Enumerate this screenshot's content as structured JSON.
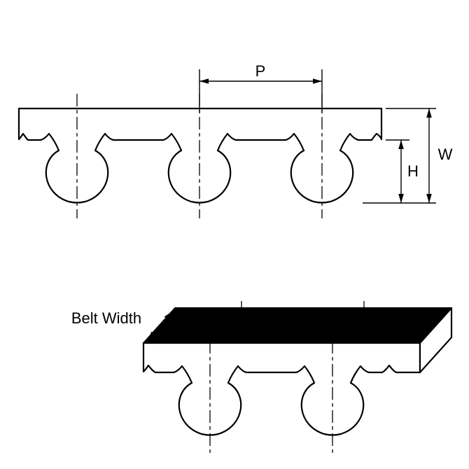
{
  "diagram": {
    "labels": {
      "pitch": "P",
      "belt_height": "W",
      "tooth_height": "H",
      "belt_width": "Belt Width"
    },
    "colors": {
      "line": "#000000",
      "belt_fill": "#ffffff",
      "top_face": "#000000"
    }
  }
}
